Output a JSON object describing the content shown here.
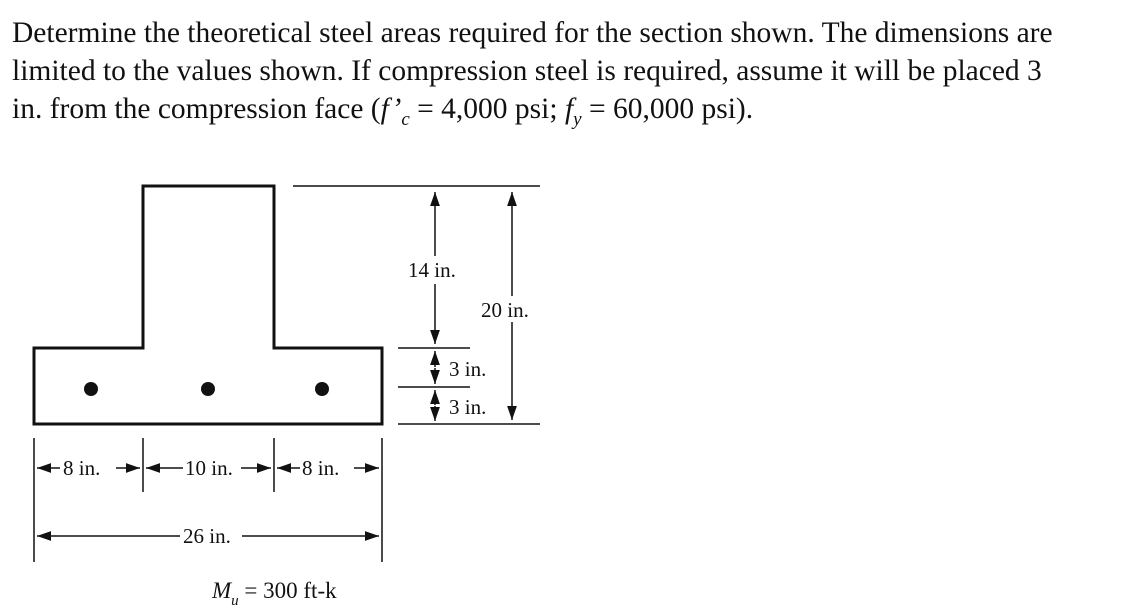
{
  "problem": {
    "line1": "Determine the theoretical steel areas required for the section shown. The dimensions are",
    "line2": "limited to the values shown. If compression steel is required, assume it will be placed 3",
    "line3_a": "in. from the compression face (",
    "fc_symbol_f": "f",
    "fc_symbol_prime": "’",
    "fc_symbol_sub": "c",
    "fc_value": " = 4,000 psi; ",
    "fy_symbol_f": "f",
    "fy_symbol_sub": "y",
    "fy_value": " = 60,000 psi)."
  },
  "figure": {
    "dim_14": "14 in.",
    "dim_20": "20 in.",
    "dim_3_top": "3 in.",
    "dim_3_bottom": "3 in.",
    "dim_8_left": "8 in.",
    "dim_10": "10 in.",
    "dim_8_right": "8 in.",
    "dim_26": "26 in.",
    "moment_symbol": "M",
    "moment_sub": "u",
    "moment_value": " = 300 ft-k"
  },
  "colors": {
    "ink": "#111111",
    "background": "#ffffff"
  }
}
